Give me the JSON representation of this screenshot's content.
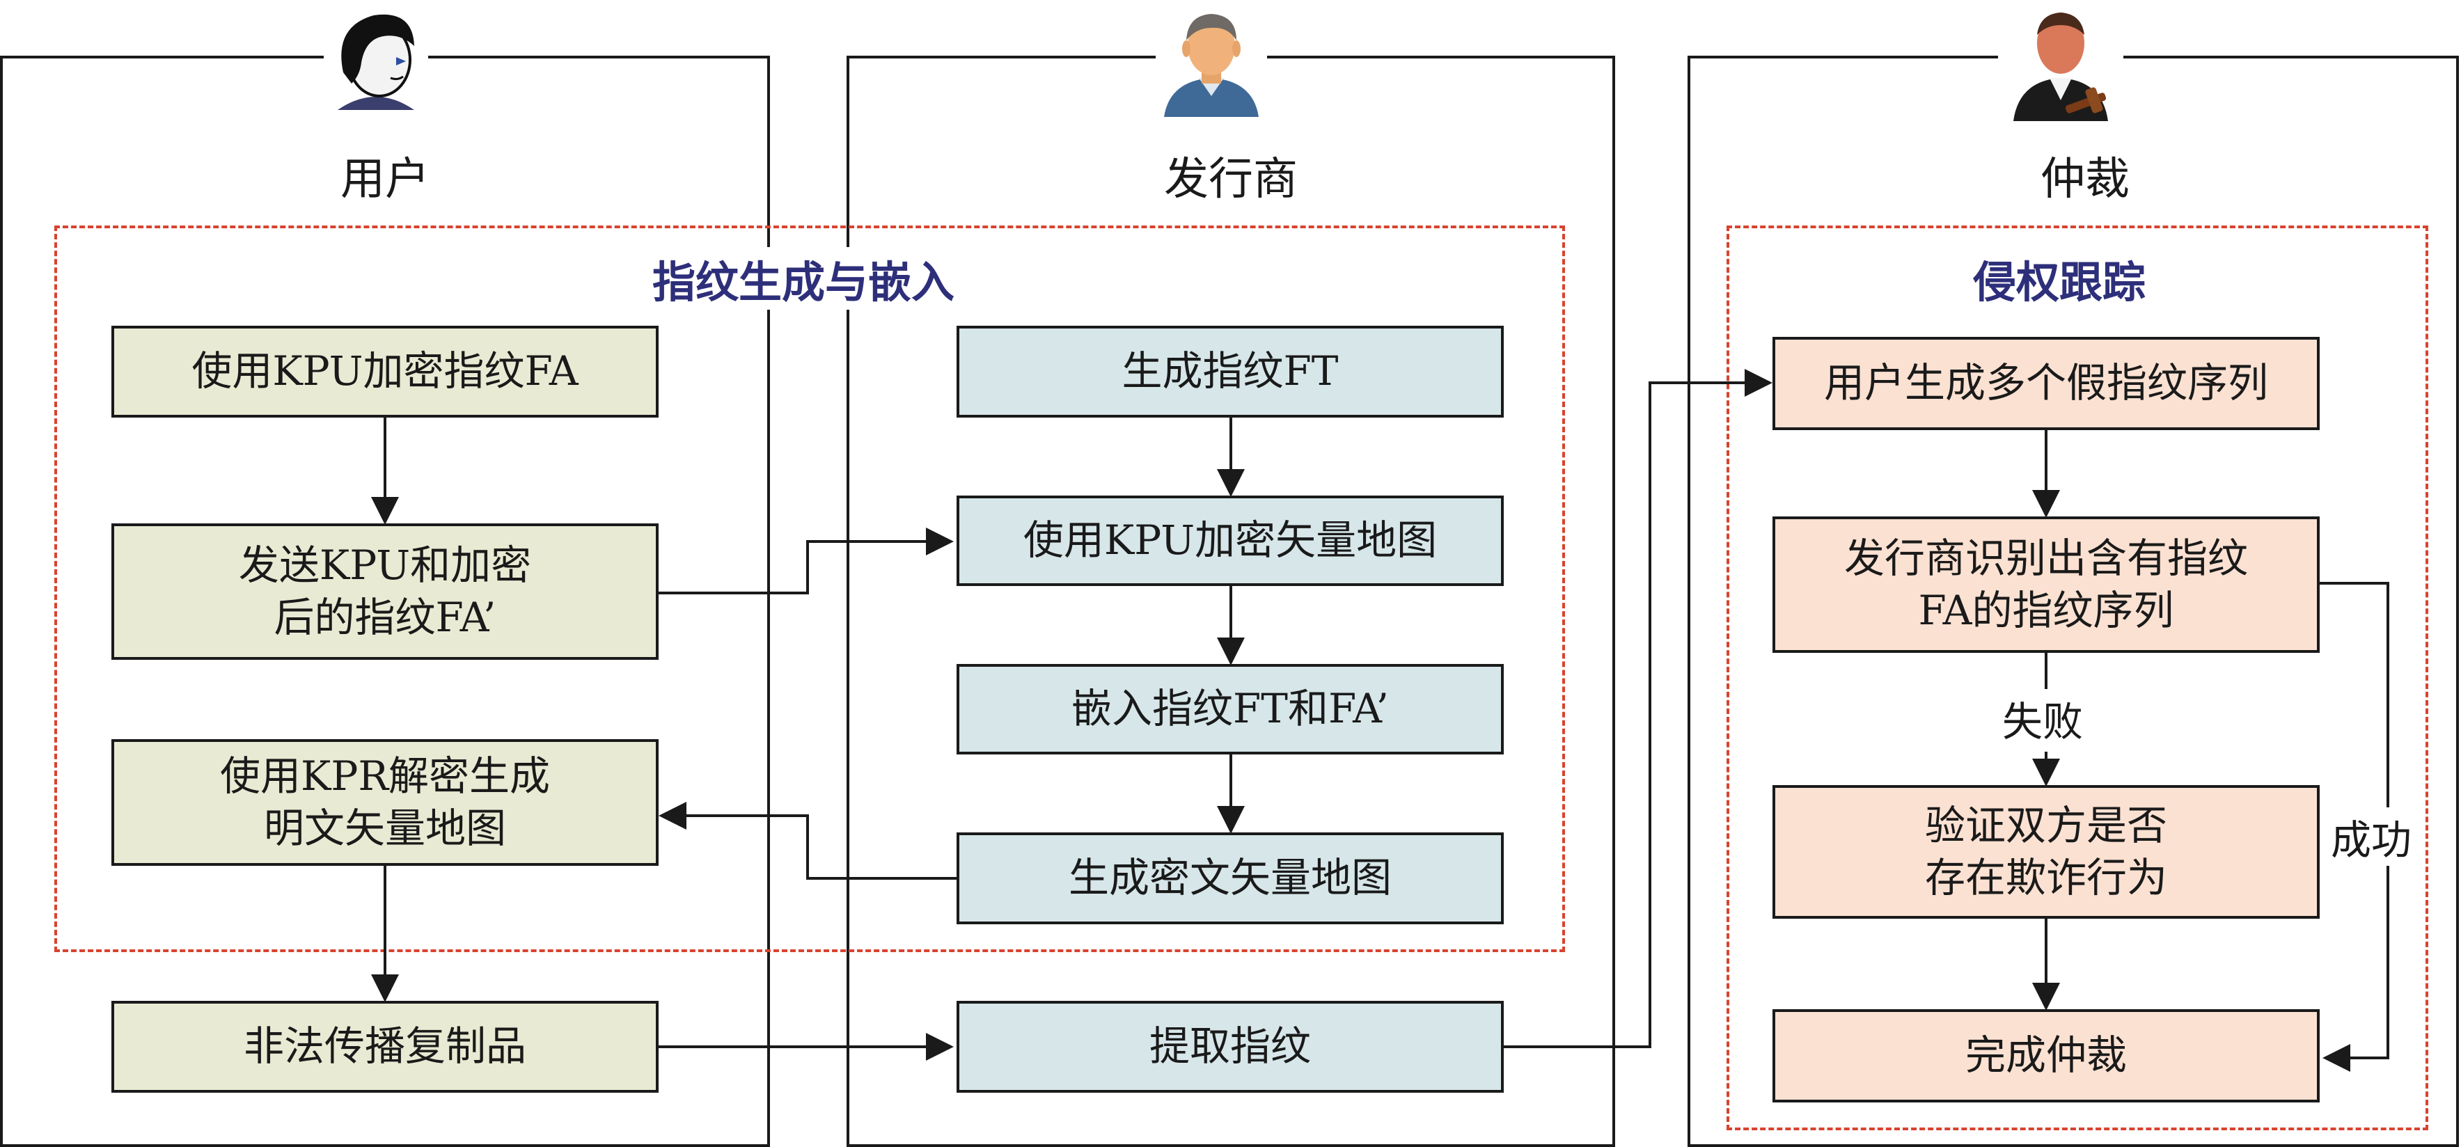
{
  "lanes": {
    "user": "用户",
    "issuer": "发行商",
    "arbiter": "仲裁"
  },
  "groups": {
    "embed_title": "指纹生成与嵌入",
    "trace_title": "侵权跟踪"
  },
  "boxes": {
    "encrypt_fa": "使用KPU加密指纹FA",
    "send_kpu": "发送KPU和加密\n后的指纹FA’",
    "decrypt_kpr": "使用KPR解密生成\n明文矢量地图",
    "illegal_copy": "非法传播复制品",
    "gen_ft": "生成指纹FT",
    "encrypt_map": "使用KPU加密矢量地图",
    "embed_ft": "嵌入指纹FT和FA’",
    "gen_cipher_map": "生成密文矢量地图",
    "extract_fp": "提取指纹",
    "user_fake_seq": "用户生成多个假指纹序列",
    "issuer_identify": "发行商识别出含有指纹\nFA的指纹序列",
    "verify_fraud": "验证双方是否\n存在欺诈行为",
    "complete_arb": "完成仲裁"
  },
  "edge_labels": {
    "fail": "失败",
    "success": "成功"
  },
  "colors": {
    "user_box": "#e8ead3",
    "issuer_box": "#d6e6e9",
    "arbiter_box": "#fbe1d2",
    "dashed_border": "#d9432f",
    "group_title": "#2e2f7a"
  },
  "icons": {
    "user": "woman-avatar-icon",
    "issuer": "man-avatar-icon",
    "arbiter": "judge-avatar-icon"
  }
}
